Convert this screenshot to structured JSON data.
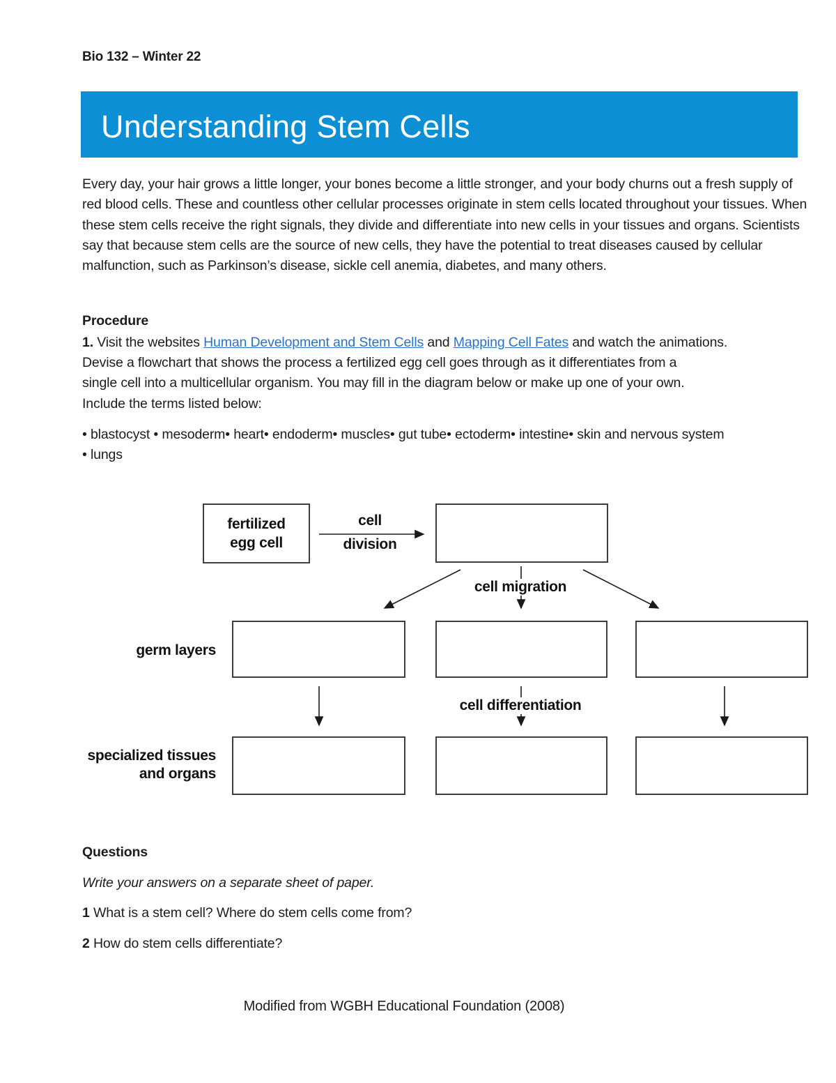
{
  "header": {
    "course": "Bio 132 – Winter 22"
  },
  "banner": {
    "title": "Understanding Stem Cells"
  },
  "intro": {
    "text": "Every day, your hair grows a little longer, your bones become a little stronger, and your body churns out a fresh supply of red blood cells. These and countless other cellular processes originate in stem cells located throughout your tissues. When these stem cells receive the right signals, they divide and differentiate into new cells in your tissues and organs. Scientists say that because stem cells are the source of new cells, they have the potential to treat diseases caused by cellular malfunction, such as Parkinson’s disease, sickle cell anemia, diabetes, and many others."
  },
  "procedure": {
    "heading": "Procedure",
    "step1_num": "1.",
    "step1_part1": " Visit the websites ",
    "step1_link1": "Human Development and Stem Cells",
    "step1_part2": " and ",
    "step1_link2": "Mapping Cell Fates",
    "step1_part3": " and watch the animations.",
    "step1_line2": "Devise a flowchart that shows the process a fertilized egg cell goes through as it differentiates from a",
    "step1_line3": "single cell into a multicellular organism. You may fill in the diagram below or make up one of your own.",
    "step1_line4": "Include the terms listed below:"
  },
  "terms": {
    "line1": "• blastocyst • mesoderm• heart• endoderm• muscles• gut tube• ectoderm• intestine• skin and nervous system",
    "line2": "• lungs"
  },
  "diagram": {
    "start_box_line1": "fertilized",
    "start_box_line2": "egg cell",
    "arrow1_label_line1": "cell",
    "arrow1_label_line2": "division",
    "migration_label": "cell migration",
    "differentiation_label": "cell differentiation",
    "row2_label": "germ layers",
    "row3_label_line1": "specialized tissues",
    "row3_label_line2": "and organs"
  },
  "questions": {
    "heading": "Questions",
    "instruction": "Write your answers on a separate sheet of paper.",
    "q1_num": "1",
    "q1_text": " What is a stem cell? Where do stem cells come from?",
    "q2_num": "2",
    "q2_text": " How do stem cells differentiate?"
  },
  "footer": {
    "credit": "Modified from WGBH Educational Foundation (2008)"
  },
  "colors": {
    "banner_blue": "#0d8fd6",
    "banner_text": "#ffffff",
    "link_blue": "#2a72c8",
    "body_text": "#1c1c1c",
    "box_border": "#3d3d3d"
  }
}
